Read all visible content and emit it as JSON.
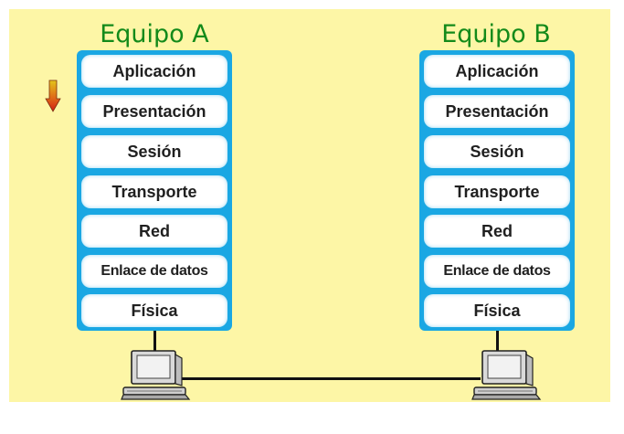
{
  "diagram": {
    "hosts": [
      {
        "title": "Equipo A",
        "layers": [
          "Aplicación",
          "Presentación",
          "Sesión",
          "Transporte",
          "Red",
          "Enlace de datos",
          "Física"
        ]
      },
      {
        "title": "Equipo B",
        "layers": [
          "Aplicación",
          "Presentación",
          "Sesión",
          "Transporte",
          "Red",
          "Enlace de datos",
          "Física"
        ]
      }
    ],
    "icons": [
      "down-arrow-icon",
      "computer-icon",
      "computer-icon"
    ],
    "colors": {
      "background": "#fdf6a6",
      "title": "#138a1a",
      "stack_border": "#1aa7e3",
      "layer_fill": "#ffffff",
      "arrow_top": "#e3c51c",
      "arrow_bottom": "#d21d14"
    }
  }
}
